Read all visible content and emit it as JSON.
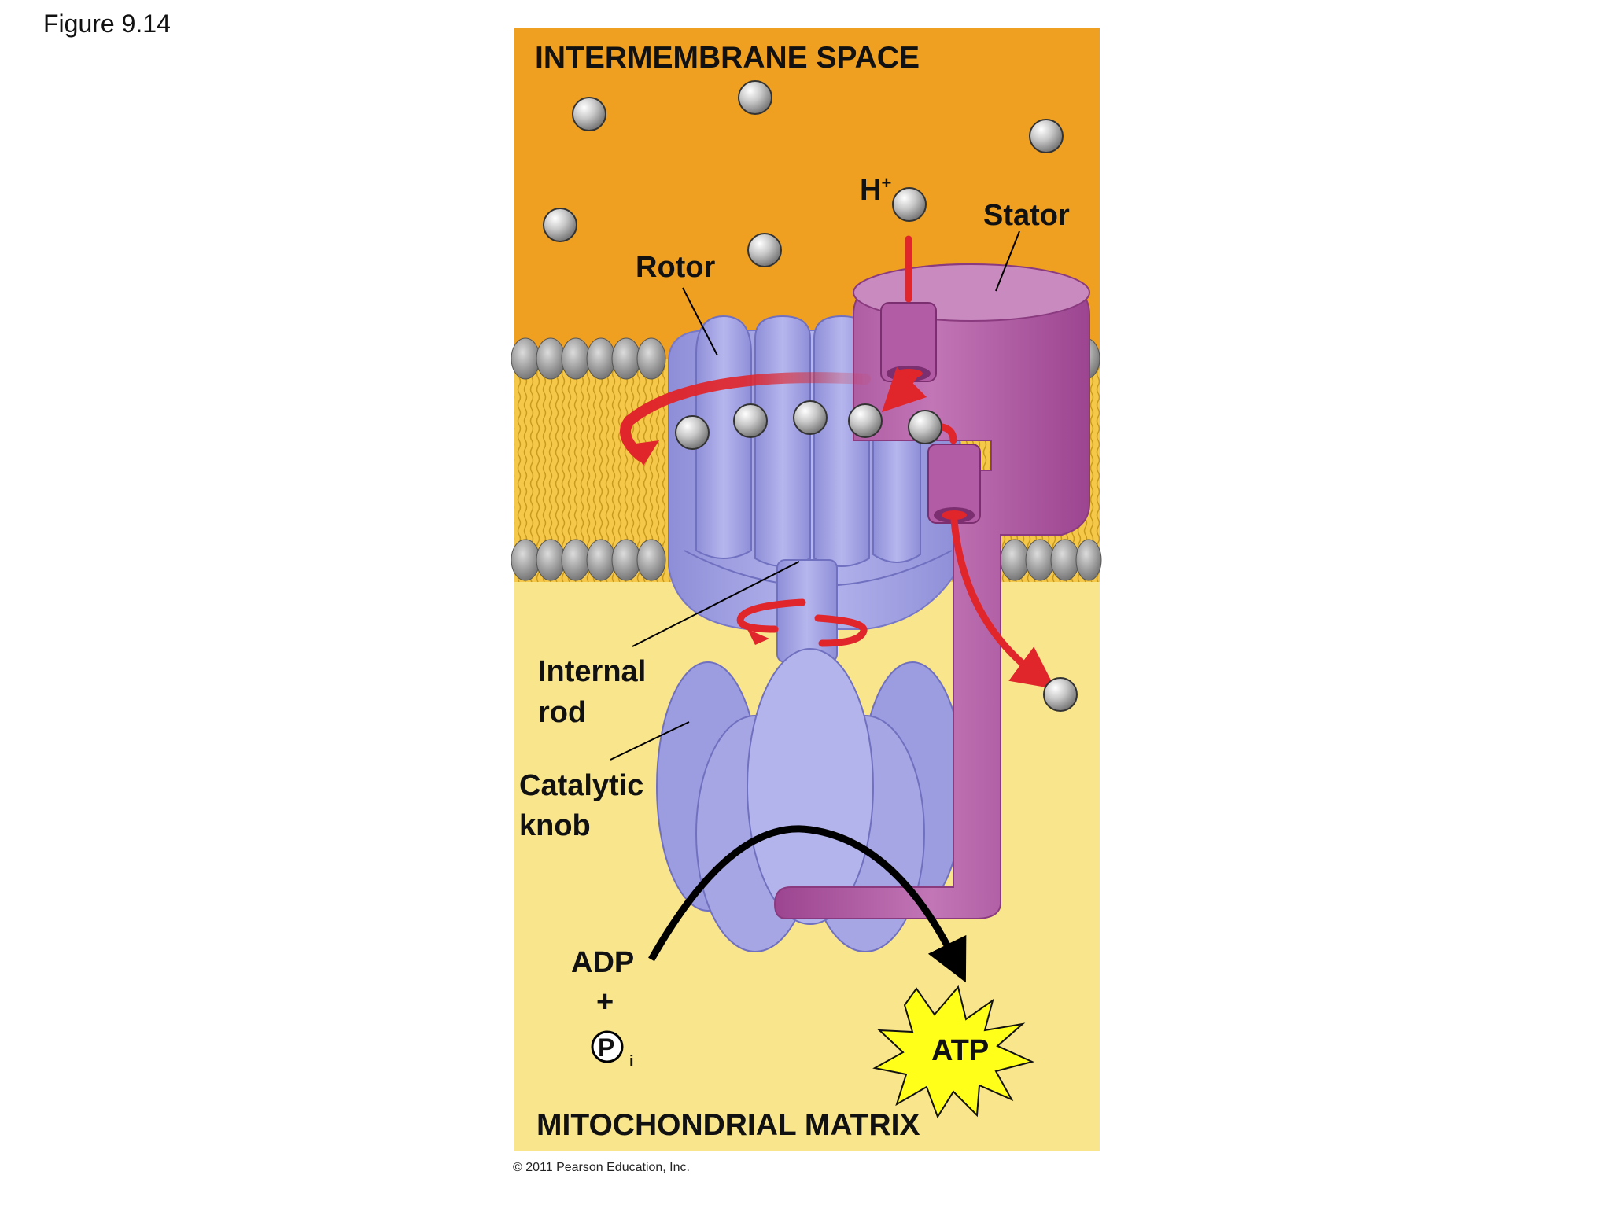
{
  "figure_label": "Figure 9.14",
  "regions": {
    "top": "INTERMEMBRANE SPACE",
    "bottom": "MITOCHONDRIAL MATRIX"
  },
  "labels": {
    "h_plus_base": "H",
    "h_plus_sup": "+",
    "stator": "Stator",
    "rotor": "Rotor",
    "internal_rod_line1": "Internal",
    "internal_rod_line2": "rod",
    "catalytic_knob_line1": "Catalytic",
    "catalytic_knob_line2": "knob",
    "adp": "ADP",
    "plus": "+",
    "phosphate_letter": "P",
    "phosphate_sub": "i",
    "atp": "ATP"
  },
  "copyright": "© 2011 Pearson Education, Inc.",
  "colors": {
    "intermembrane_space": "#F0A020",
    "matrix": "#F8E58C",
    "membrane_lipid_tail": "#F5C84A",
    "lipid_head": "#9A9A9A",
    "rotor_knob": "#A8A8E6",
    "stator": "#B45AA8",
    "arrow_red": "#E0252B",
    "atp_burst": "#FFFF1A"
  },
  "icons": [
    "hydrogen-ion-sphere",
    "phosphate-circle-icon",
    "atp-starburst-icon"
  ]
}
